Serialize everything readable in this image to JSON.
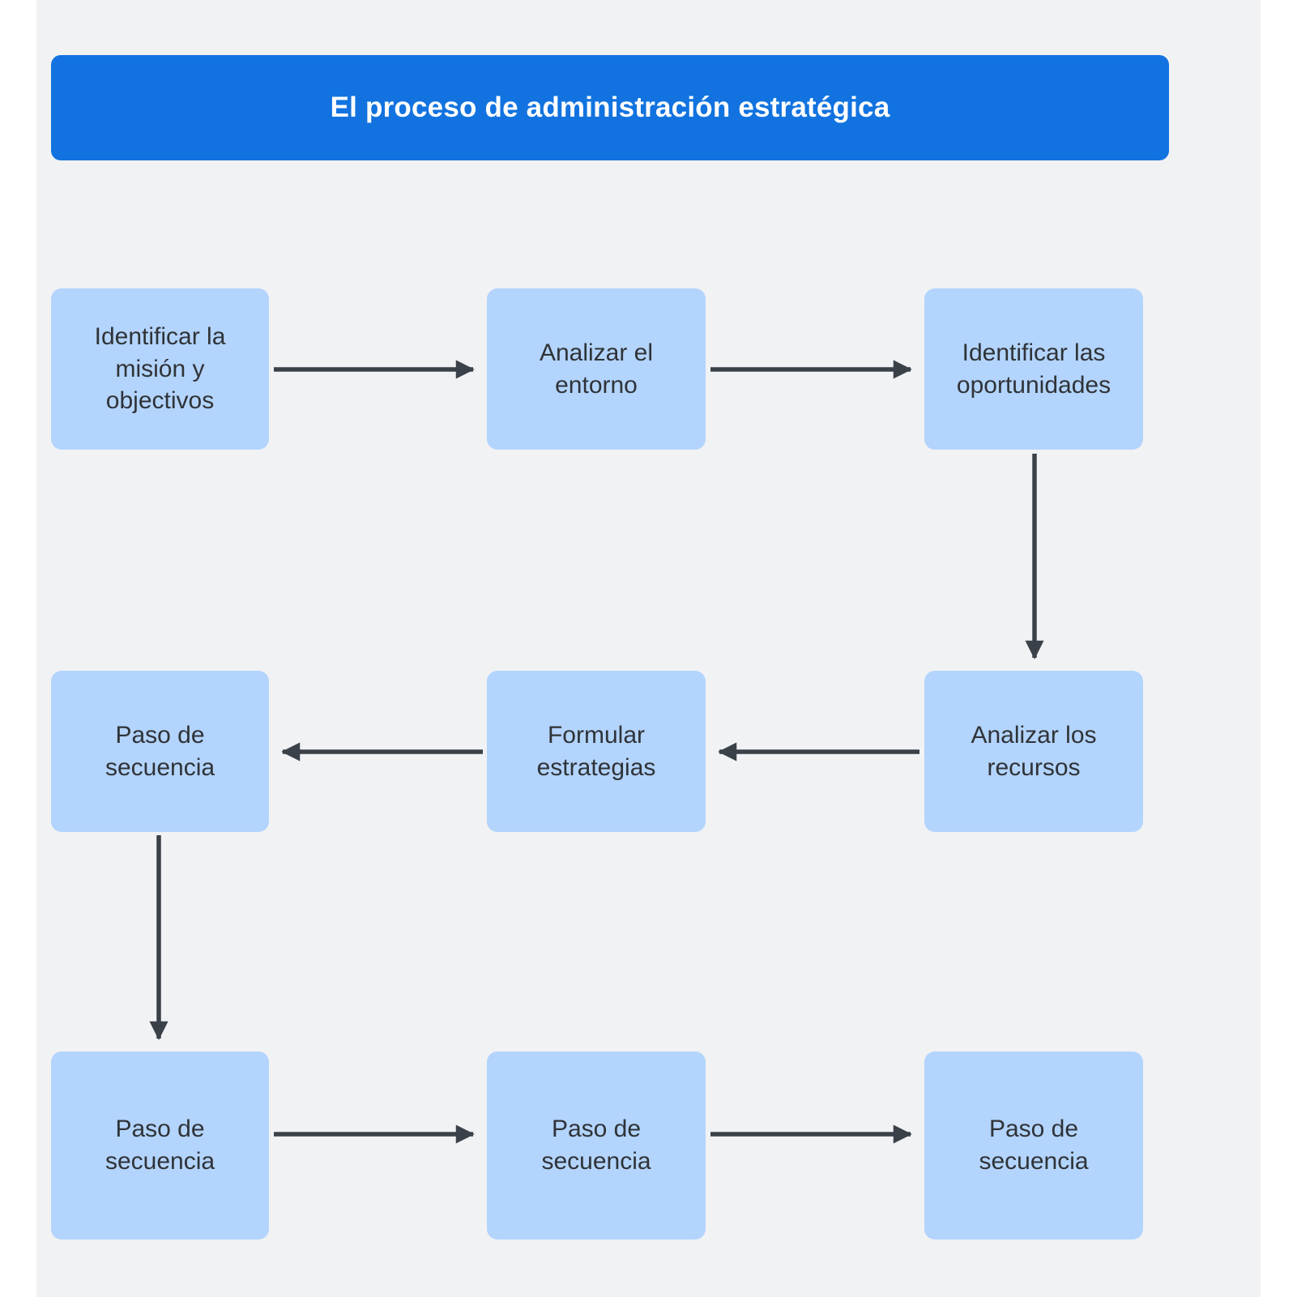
{
  "header": {
    "title": "El proceso de administración estratégica",
    "bg_color": "#1273e0",
    "text_color": "#ffffff"
  },
  "canvas": {
    "bg_color": "#f1f2f4",
    "page_bg_color": "#ffffff"
  },
  "diagram": {
    "type": "flowchart",
    "direction": "boustrophedon-right-left-right",
    "node_fill_color": "#b3d4fd",
    "node_text_color": "#2f3337",
    "edge_color": "#3a4149",
    "nodes": [
      {
        "id": "n1",
        "label": "Identificar la\nmisión y\nobjectivos",
        "row": 1,
        "col": 1
      },
      {
        "id": "n2",
        "label": "Analizar el\nentorno",
        "row": 1,
        "col": 2
      },
      {
        "id": "n3",
        "label": "Identificar las\noportunidades",
        "row": 1,
        "col": 3
      },
      {
        "id": "n4",
        "label": "Paso de\nsecuencia",
        "row": 2,
        "col": 1
      },
      {
        "id": "n5",
        "label": "Formular\nestrategias",
        "row": 2,
        "col": 2
      },
      {
        "id": "n6",
        "label": "Analizar los\nrecursos",
        "row": 2,
        "col": 3
      },
      {
        "id": "n7",
        "label": "Paso de\nsecuencia",
        "row": 3,
        "col": 1
      },
      {
        "id": "n8",
        "label": "Paso de\nsecuencia",
        "row": 3,
        "col": 2
      },
      {
        "id": "n9",
        "label": "Paso de\nsecuencia",
        "row": 3,
        "col": 3
      }
    ],
    "edges": [
      {
        "from": "n1",
        "to": "n2",
        "orientation": "horizontal",
        "direction": "right"
      },
      {
        "from": "n2",
        "to": "n3",
        "orientation": "horizontal",
        "direction": "right"
      },
      {
        "from": "n3",
        "to": "n6",
        "orientation": "vertical",
        "direction": "down"
      },
      {
        "from": "n6",
        "to": "n5",
        "orientation": "horizontal",
        "direction": "left"
      },
      {
        "from": "n5",
        "to": "n4",
        "orientation": "horizontal",
        "direction": "left"
      },
      {
        "from": "n4",
        "to": "n7",
        "orientation": "vertical",
        "direction": "down"
      },
      {
        "from": "n7",
        "to": "n8",
        "orientation": "horizontal",
        "direction": "right"
      },
      {
        "from": "n8",
        "to": "n9",
        "orientation": "horizontal",
        "direction": "right"
      }
    ]
  }
}
